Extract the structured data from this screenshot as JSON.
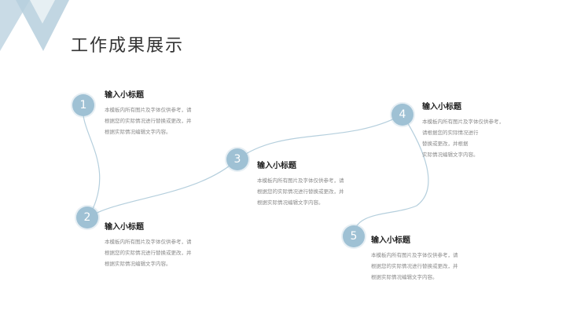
{
  "slide": {
    "title": "工作成果展示",
    "accent_color": "#9fc1d4"
  },
  "items": [
    {
      "number": "1",
      "title": "输入小标题",
      "body_lines": [
        "本模板内所有图片及字体仅供参考，请",
        "根据您的实际情况进行替换或更改，并",
        "根据实际情况编辑文字内容。"
      ]
    },
    {
      "number": "2",
      "title": "输入小标题",
      "body_lines": [
        "本模板内所有图片及字体仅供参考，请",
        "根据您的实际情况进行替换或更改，并",
        "根据实际情况编辑文字内容。"
      ]
    },
    {
      "number": "3",
      "title": "输入小标题",
      "body_lines": [
        "本模板内所有图片及字体仅供参考，请",
        "根据您的实际情况进行替换或更改，并",
        "根据实际情况编辑文字内容。"
      ]
    },
    {
      "number": "4",
      "title": "输入小标题",
      "body_lines": [
        "本模板内所有图片及字体仅供参考，",
        "请根据您的实际情况进行",
        "替换或更改，并根据",
        "实际情况编辑文字内容。"
      ]
    },
    {
      "number": "5",
      "title": "输入小标题",
      "body_lines": [
        "本模板内所有图片及字体仅供参考，请",
        "根据您的实际情况进行替换或更改，并",
        "根据实际情况编辑文字内容。"
      ]
    }
  ]
}
